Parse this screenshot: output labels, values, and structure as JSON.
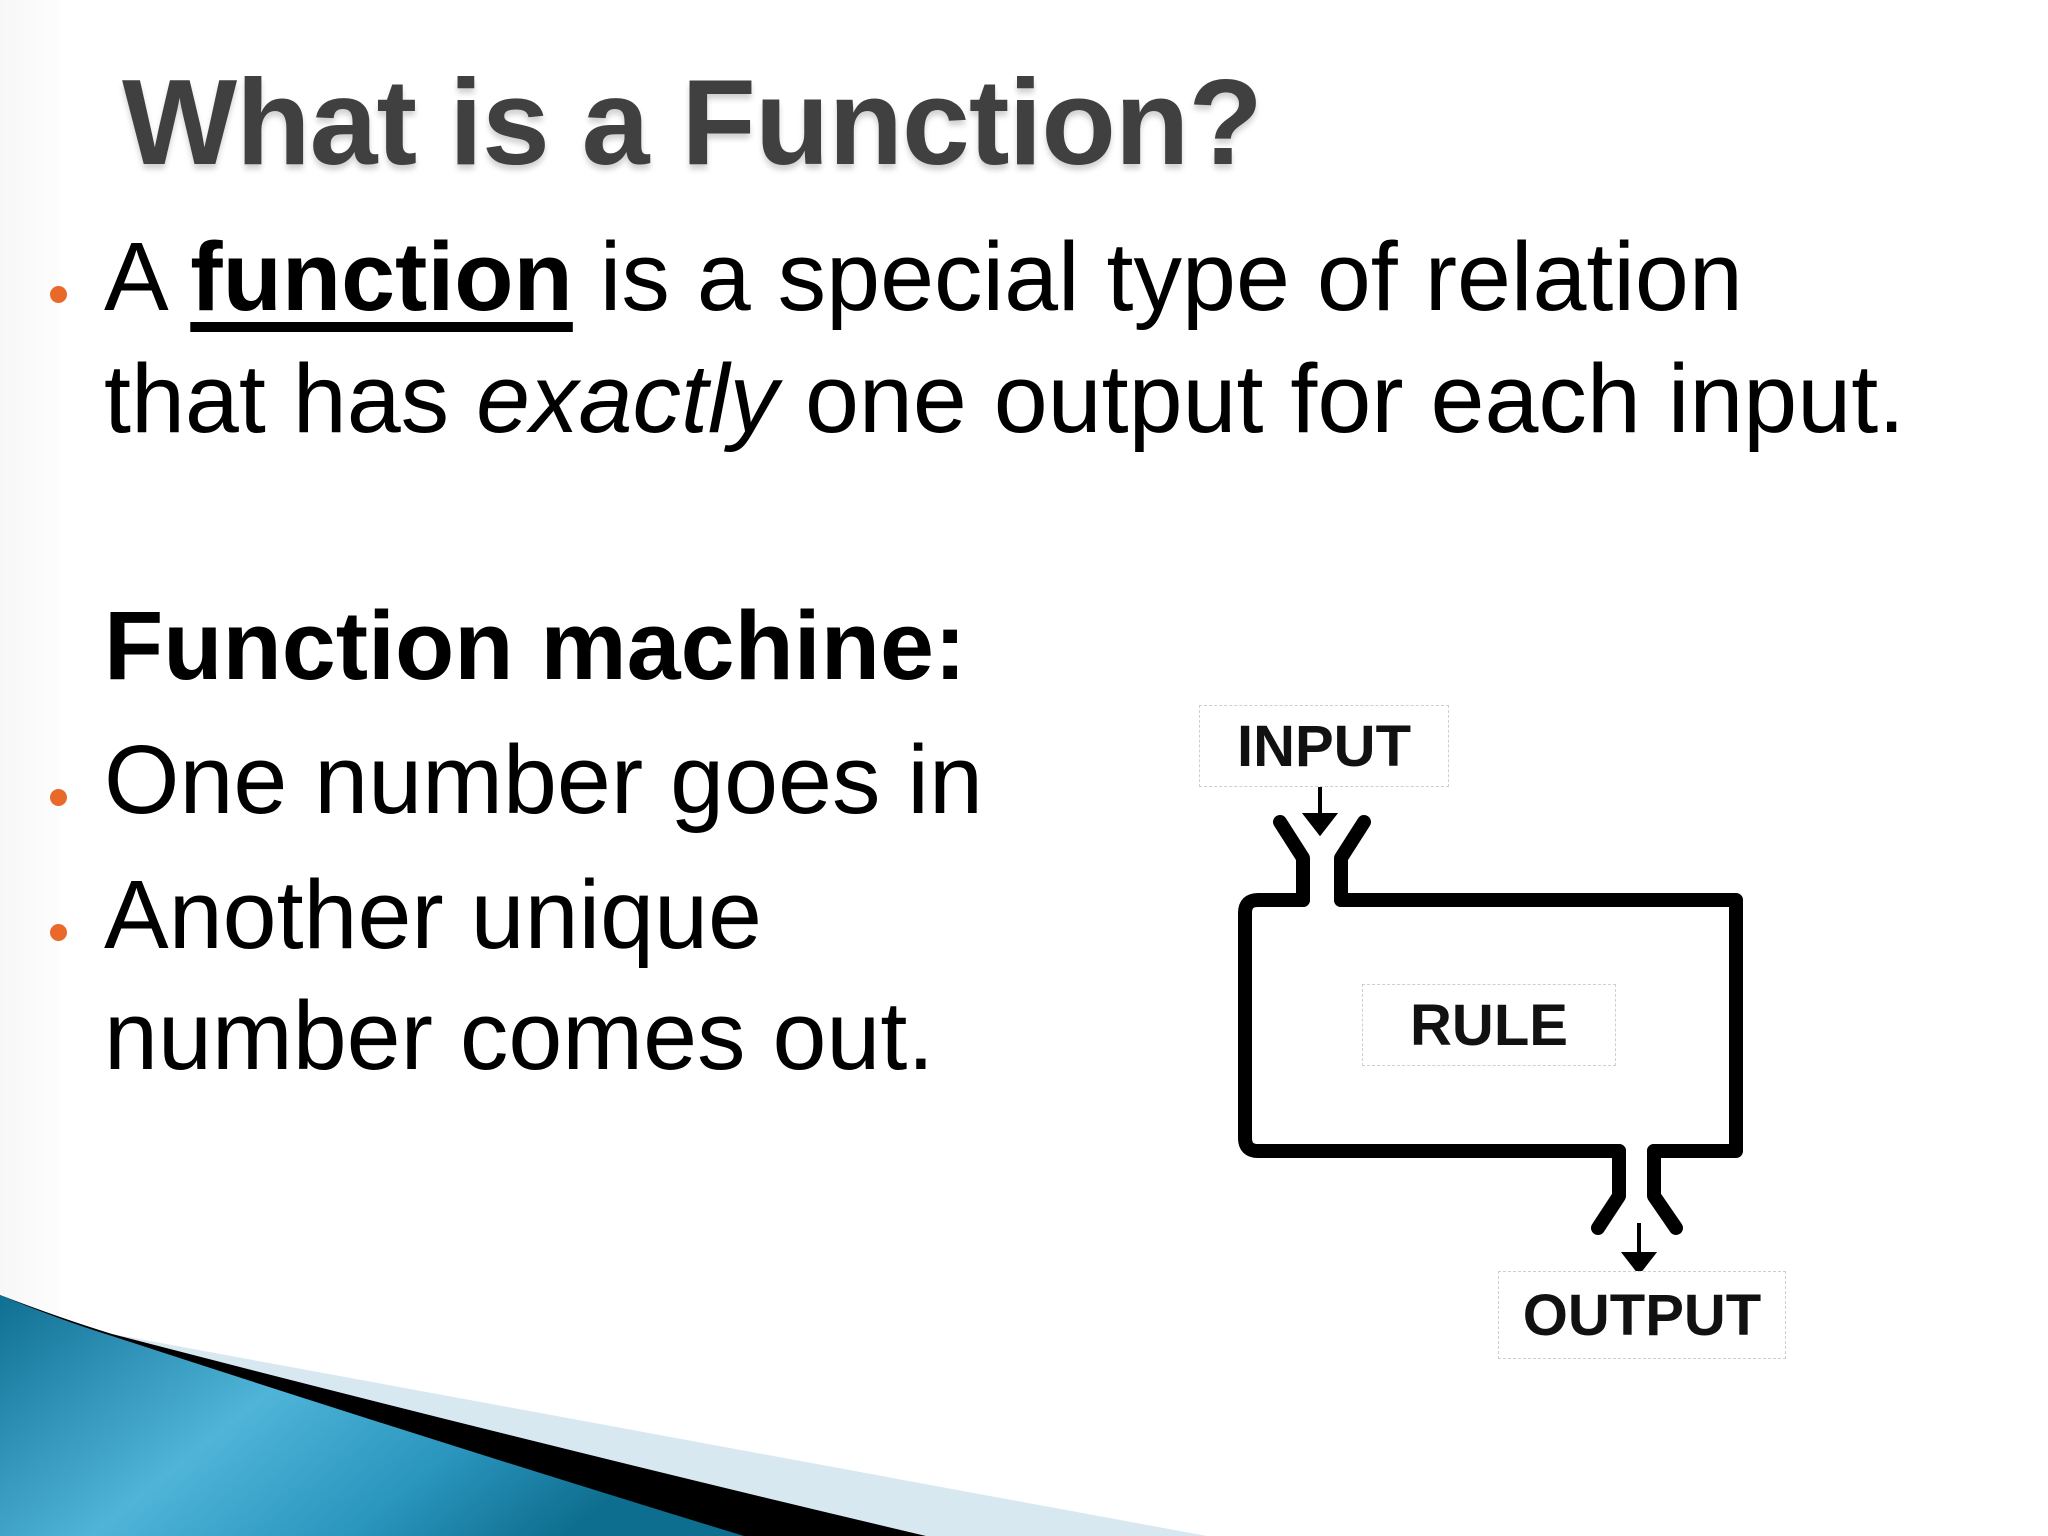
{
  "slide": {
    "title": "What is a Function?",
    "bullet1": {
      "prefix": "A ",
      "term": "function",
      "line1_rest": " is a special type of relation",
      "line2_before": "that has ",
      "line2_emphasis": "exactly",
      "line2_after": " one output for each input."
    },
    "subheading": "Function machine:",
    "bullet2": "One number goes in",
    "bullet3_line1": "Another unique",
    "bullet3_line2": "number comes out."
  },
  "diagram": {
    "input_label": "INPUT",
    "rule_label": "RULE",
    "output_label": "OUTPUT"
  },
  "colors": {
    "bullet": "#e8692a",
    "title": "#404040",
    "swoosh_blue": "#1a8fb8",
    "swoosh_light": "#d8e8f1"
  }
}
